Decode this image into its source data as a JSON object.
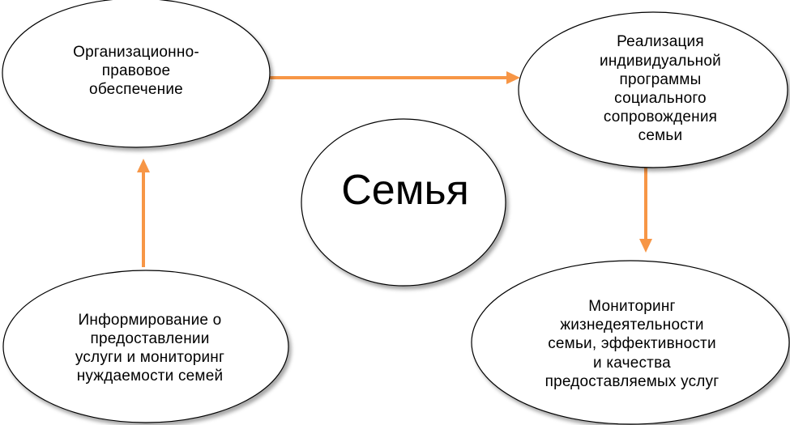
{
  "diagram": {
    "nodes": {
      "org": {
        "label": "Организационно-\nправовое\nобеспечение"
      },
      "impl": {
        "label": "Реализация\nиндивидуальной\nпрограммы\nсоциального\nсопровождения\nсемьи"
      },
      "family": {
        "label": "Семья"
      },
      "monitor": {
        "label": "Мониторинг\nжизнедеятельности\nсемьи, эффективности\nи качества\nпредоставляемых услуг"
      },
      "inform": {
        "label": "Информирование  о\nпредоставлении\nуслуги и мониторинг\nнуждаемости семей"
      }
    },
    "edges": [
      {
        "from": "inform",
        "to": "org"
      },
      {
        "from": "org",
        "to": "impl"
      },
      {
        "from": "impl",
        "to": "monitor"
      }
    ],
    "colors": {
      "arrow": "#F79646",
      "outline": "#000000",
      "fill": "#FFFFFF"
    }
  }
}
